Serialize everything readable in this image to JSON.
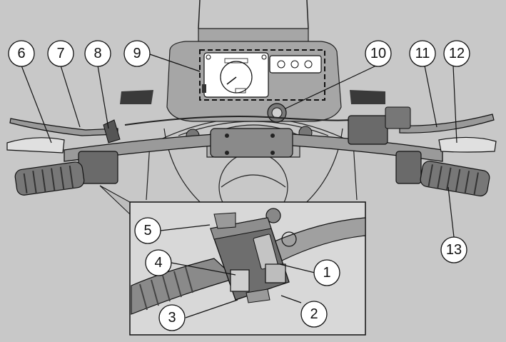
{
  "callouts": [
    {
      "id": "1",
      "label": "1"
    },
    {
      "id": "2",
      "label": "2"
    },
    {
      "id": "3",
      "label": "3"
    },
    {
      "id": "4",
      "label": "4"
    },
    {
      "id": "5",
      "label": "5"
    },
    {
      "id": "6",
      "label": "6"
    },
    {
      "id": "7",
      "label": "7"
    },
    {
      "id": "8",
      "label": "8"
    },
    {
      "id": "9",
      "label": "9"
    },
    {
      "id": "10",
      "label": "10"
    },
    {
      "id": "11",
      "label": "11"
    },
    {
      "id": "12",
      "label": "12"
    },
    {
      "id": "13",
      "label": "13"
    }
  ],
  "colors": {
    "background": "#c8c8c8",
    "part_fill": "#9a9a9a",
    "part_dark": "#5a5a5a",
    "outline": "#111111",
    "inset_bg": "#d8d8d8"
  }
}
